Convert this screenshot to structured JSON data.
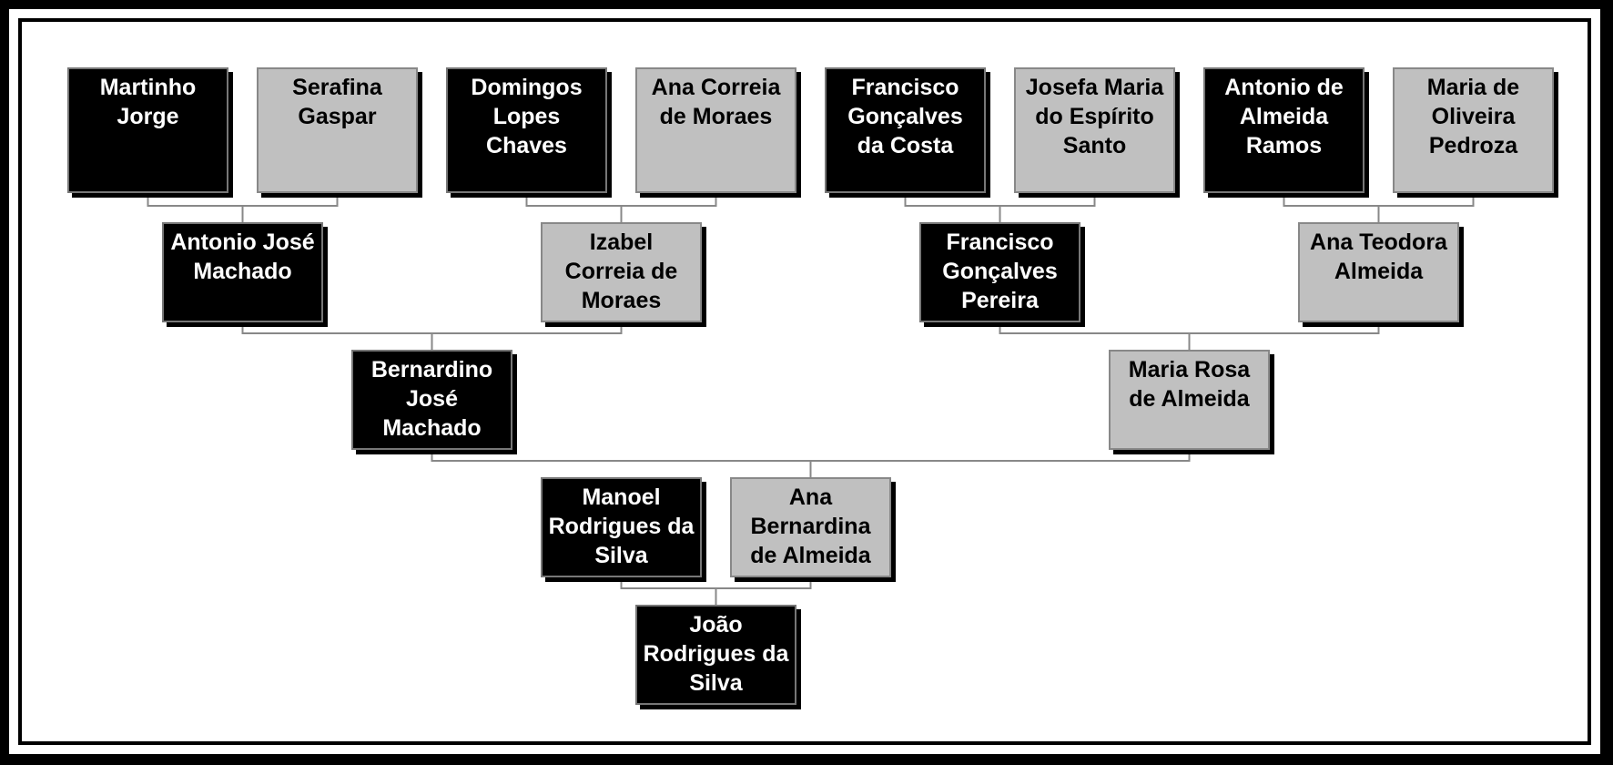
{
  "people": {
    "martinho_jorge": "Martinho Jorge",
    "serafina_gaspar": "Serafina Gaspar",
    "domingos_lopes_chaves": "Domingos Lopes Chaves",
    "ana_correia_de_moraes": "Ana Correia de Moraes",
    "francisco_goncalves_da_costa": "Francisco Gonçalves da Costa",
    "josefa_maria_do_espirito_santo": "Josefa Maria do Espírito Santo",
    "antonio_de_almeida_ramos": "Antonio de Almeida Ramos",
    "maria_de_oliveira_pedroza": "Maria de Oliveira Pedroza",
    "antonio_jose_machado": "Antonio José Machado",
    "izabel_correia_de_moraes": "Izabel Correia de Moraes",
    "francisco_goncalves_pereira": "Francisco Gonçalves Pereira",
    "ana_teodora_almeida": "Ana Teodora Almeida",
    "bernardino_jose_machado": "Bernardino José Machado",
    "maria_rosa_de_almeida": "Maria Rosa de Almeida",
    "manoel_rodrigues_da_silva": "Manoel Rodrigues da Silva",
    "ana_bernardina_de_almeida": "Ana Bernardina de Almeida",
    "joao_rodrigues_da_silva": "João Rodrigues da Silva"
  },
  "colors": {
    "male_box": "#000000",
    "female_box": "#c0c0c0",
    "connector": "#888888"
  }
}
